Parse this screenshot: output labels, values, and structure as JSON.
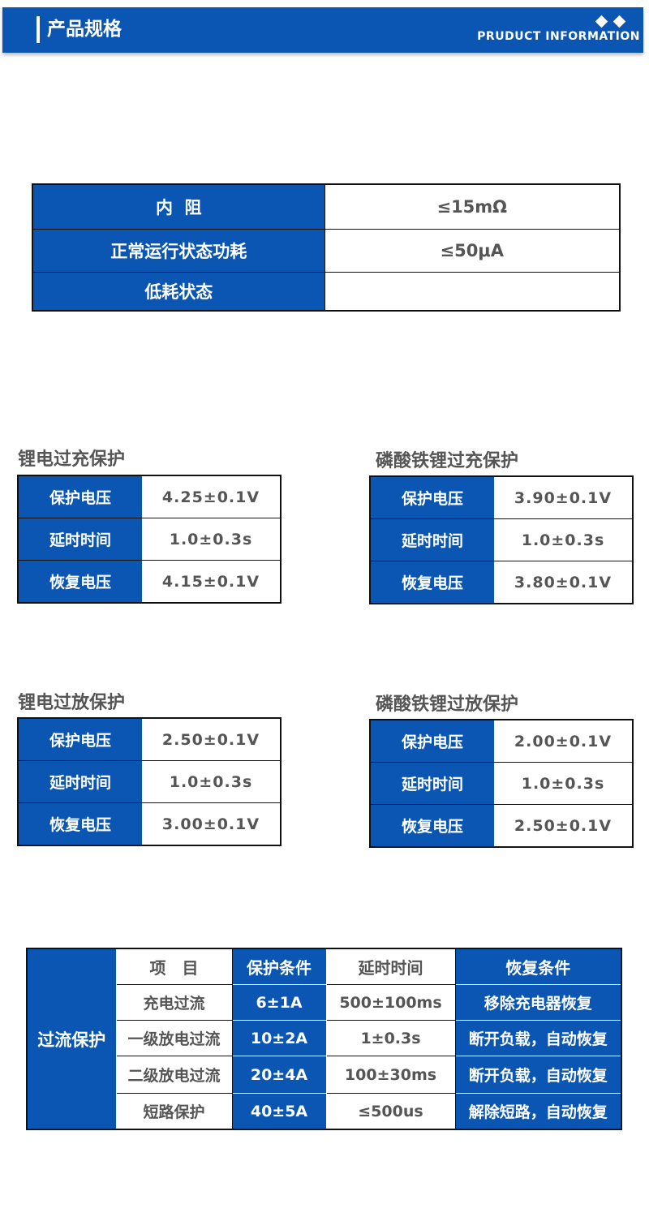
{
  "header": {
    "title": "产品规格",
    "subtitle": "PRUDUCT INFORMATION"
  },
  "spec_table": [
    {
      "label": "内  阻",
      "value": "≤15mΩ"
    },
    {
      "label": "正常运行状态功耗",
      "value": "≤50μA"
    },
    {
      "label": "低耗状态",
      "value": ""
    }
  ],
  "sections": [
    {
      "title": "锂电过充保护",
      "rows": [
        {
          "label": "保护电压",
          "value": "4.25±0.1V"
        },
        {
          "label": "延时时间",
          "value": "1.0±0.3s"
        },
        {
          "label": "恢复电压",
          "value": "4.15±0.1V"
        }
      ]
    },
    {
      "title": "磷酸铁锂过充保护",
      "rows": [
        {
          "label": "保护电压",
          "value": "3.90±0.1V"
        },
        {
          "label": "延时时间",
          "value": "1.0±0.3s"
        },
        {
          "label": "恢复电压",
          "value": "3.80±0.1V"
        }
      ]
    },
    {
      "title": "锂电过放保护",
      "rows": [
        {
          "label": "保护电压",
          "value": "2.50±0.1V"
        },
        {
          "label": "延时时间",
          "value": "1.0±0.3s"
        },
        {
          "label": "恢复电压",
          "value": "3.00±0.1V"
        }
      ]
    },
    {
      "title": "磷酸铁锂过放保护",
      "rows": [
        {
          "label": "保护电压",
          "value": "2.00±0.1V"
        },
        {
          "label": "延时时间",
          "value": "1.0±0.3s"
        },
        {
          "label": "恢复电压",
          "value": "2.50±0.1V"
        }
      ]
    }
  ],
  "overcurrent": {
    "title": "过流保护",
    "headers": [
      "项　目",
      "保护条件",
      "延时时间",
      "恢复条件"
    ],
    "rows": [
      [
        "充电过流",
        "6±1A",
        "500±100ms",
        "移除充电器恢复"
      ],
      [
        "一级放电过流",
        "10±2A",
        "1±0.3s",
        "断开负载，自动恢复"
      ],
      [
        "二级放电过流",
        "20±4A",
        "100±30ms",
        "断开负载，自动恢复"
      ],
      [
        "短路保护",
        "40±5A",
        "≤500us",
        "解除短路，自动恢复"
      ]
    ]
  },
  "colors": {
    "accent": "#0b56b3",
    "border": "#111111",
    "text": "#555555"
  }
}
